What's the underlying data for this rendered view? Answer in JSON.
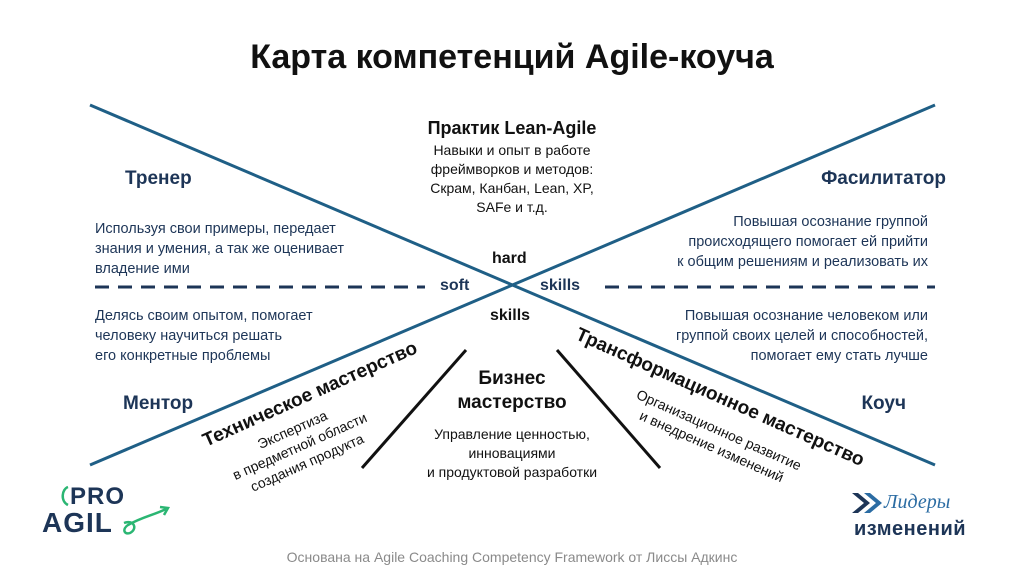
{
  "title": "Карта компетенций Agile-коуча",
  "center": {
    "heading": "Практик Lean-Agile",
    "lines": [
      "Навыки и опыт в работе",
      "фреймворков и методов:",
      "Скрам, Канбан, Lean, XP,",
      "SAFe и т.д."
    ]
  },
  "skills": {
    "hard": "hard",
    "soft": "soft",
    "skills_right": "skills",
    "skills_bottom": "skills"
  },
  "roles": {
    "trainer": {
      "name": "Тренер",
      "lines": [
        "Используя свои примеры, передает",
        "знания и умения, а так же оценивает",
        "владение ими"
      ]
    },
    "facilitator": {
      "name": "Фасилитатор",
      "lines": [
        "Повышая осознание группой",
        "происходящего помогает ей прийти",
        "к общим решениям и реализовать их"
      ]
    },
    "mentor": {
      "name": "Ментор",
      "lines": [
        "Делясь своим опытом, помогает",
        "человеку научиться решать",
        "его конкретные проблемы"
      ]
    },
    "coach": {
      "name": "Коуч",
      "lines": [
        "Повышая осознание человеком или",
        "группой своих целей и способностей,",
        "помогает ему стать лучше"
      ]
    }
  },
  "mastery": {
    "technical": {
      "heading": "Техническое мастерство",
      "lines": [
        "Экспертиза",
        "в предметной области",
        "создания продукта"
      ]
    },
    "business": {
      "heading_lines": [
        "Бизнес",
        "мастерство"
      ],
      "lines": [
        "Управление ценностью,",
        "инновациями",
        "и продуктовой разработки"
      ]
    },
    "transformation": {
      "heading": "Трансформационное мастерство",
      "lines": [
        "Организационное развитие",
        "и внедрение изменений"
      ]
    }
  },
  "logos": {
    "left": {
      "line1": "PRO",
      "line2": "AGIL"
    },
    "right": {
      "line1": "Лидеры",
      "line2": "изменений"
    }
  },
  "footer": "Основана на Agile Coaching Competency Framework от Лиссы Адкинс",
  "colors": {
    "line": "#1f5f86",
    "dash": "#1d3557",
    "text_blue": "#1d3557",
    "logo_green": "#2bb673",
    "logo_dark": "#1d3557"
  }
}
